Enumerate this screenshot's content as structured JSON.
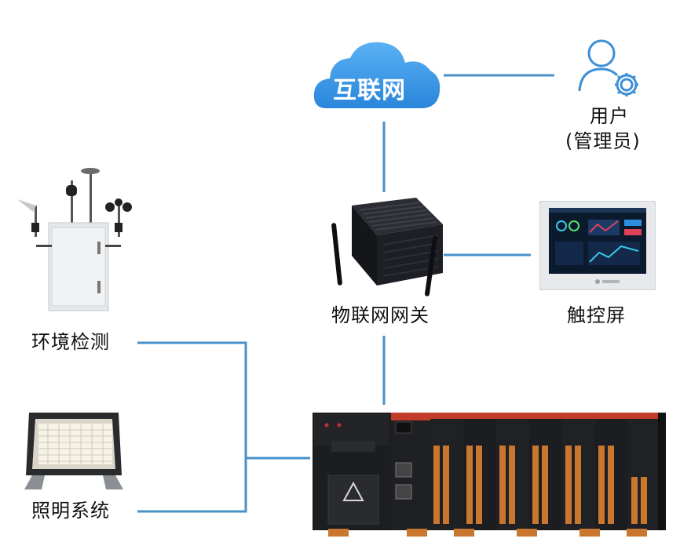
{
  "cloud": {
    "label": "互联网"
  },
  "user": {
    "title": "用户",
    "subtitle": "(管理员)"
  },
  "gateway": {
    "label": "物联网网关"
  },
  "touchscreen": {
    "label": "触控屏"
  },
  "env_monitor": {
    "label": "环境检测"
  },
  "lighting": {
    "label": "照明系统"
  },
  "colors": {
    "line": "#4a90c8",
    "cloud": "#2f8fe0",
    "user_icon": "#3d8fd6"
  },
  "icons": [
    "user-gear-icon",
    "cloud-icon"
  ]
}
